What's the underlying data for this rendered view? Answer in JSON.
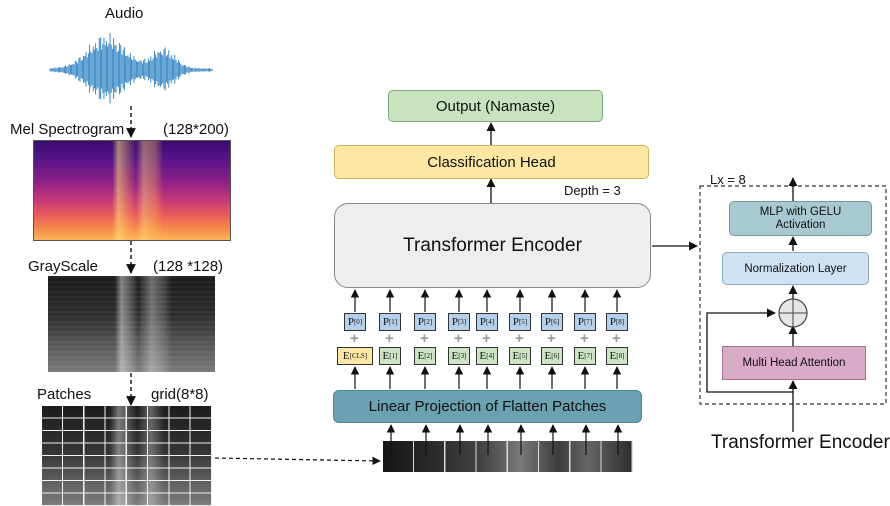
{
  "left": {
    "audio_label": "Audio",
    "mel_label": "Mel Spectrogram",
    "mel_size": "(128*200)",
    "gray_label": "GrayScale",
    "gray_size": "(128 *128)",
    "patches_label": "Patches",
    "patches_grid": "grid(8*8)"
  },
  "vit": {
    "output": "Output (Namaste)",
    "classification_head": "Classification Head",
    "depth": "Depth = 3",
    "encoder": "Transformer Encoder",
    "linear_projection": "Linear Projection of Flatten Patches",
    "pos_main": "P",
    "pos_subs": [
      "[0]",
      "[1]",
      "[2]",
      "[3]",
      "[4]",
      "[5]",
      "[6]",
      "[7]",
      "[8]"
    ],
    "emb_main": "E",
    "emb_subs": [
      "[CLS]",
      "[1]",
      "[2]",
      "[3]",
      "[4]",
      "[5]",
      "[6]",
      "[7]",
      "[8]"
    ],
    "plus": "+"
  },
  "encoder_detail": {
    "lx": "Lx = 8",
    "mlp": "MLP with GELU Activation",
    "norm": "Normalization Layer",
    "mha": "Multi Head Attention",
    "caption": "Transformer Encoder"
  },
  "colors": {
    "output_fill": "#c9e3c0",
    "head_fill": "#fde8a3",
    "encoder_fill": "#eeeeee",
    "linear_fill": "#6aa2b2",
    "pos_fill": "#b5d0ea",
    "emb_fill": "#cce4c4",
    "cls_fill": "#fde8a3",
    "mlp_fill": "#a8c9cf",
    "norm_fill": "#cfe2f3",
    "mha_fill": "#d9aac6"
  }
}
